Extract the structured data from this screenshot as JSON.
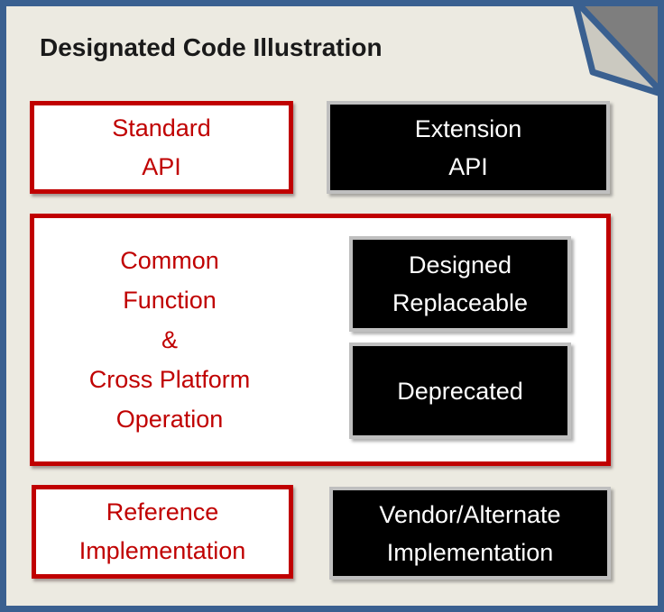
{
  "title": "Designated Code Illustration",
  "colors": {
    "page_bg": "#ECEAE1",
    "frame_blue": "#3A6090",
    "accent_red": "#C00000",
    "black": "#000000",
    "white": "#FFFFFF",
    "gray_border": "#BFBFBF",
    "fold_outside": "#7E7E7E",
    "fold_flap": "#CBC9C0"
  },
  "icons": {
    "fold_corner": "page-fold-corner-icon"
  },
  "boxes": {
    "standard_api": {
      "label": "Standard\nAPI",
      "variant": "red-outline"
    },
    "extension_api": {
      "label": "Extension\nAPI",
      "variant": "black"
    },
    "common_function": {
      "label": "Common\nFunction\n&\nCross Platform\nOperation",
      "variant": "red-outline"
    },
    "designed_replaceable": {
      "label": "Designed\nReplaceable",
      "variant": "black"
    },
    "deprecated": {
      "label": "Deprecated",
      "variant": "black"
    },
    "reference_implementation": {
      "label": "Reference\nImplementation",
      "variant": "red-outline"
    },
    "vendor_alternate": {
      "label": "Vendor/Alternate\nImplementation",
      "variant": "black"
    }
  }
}
